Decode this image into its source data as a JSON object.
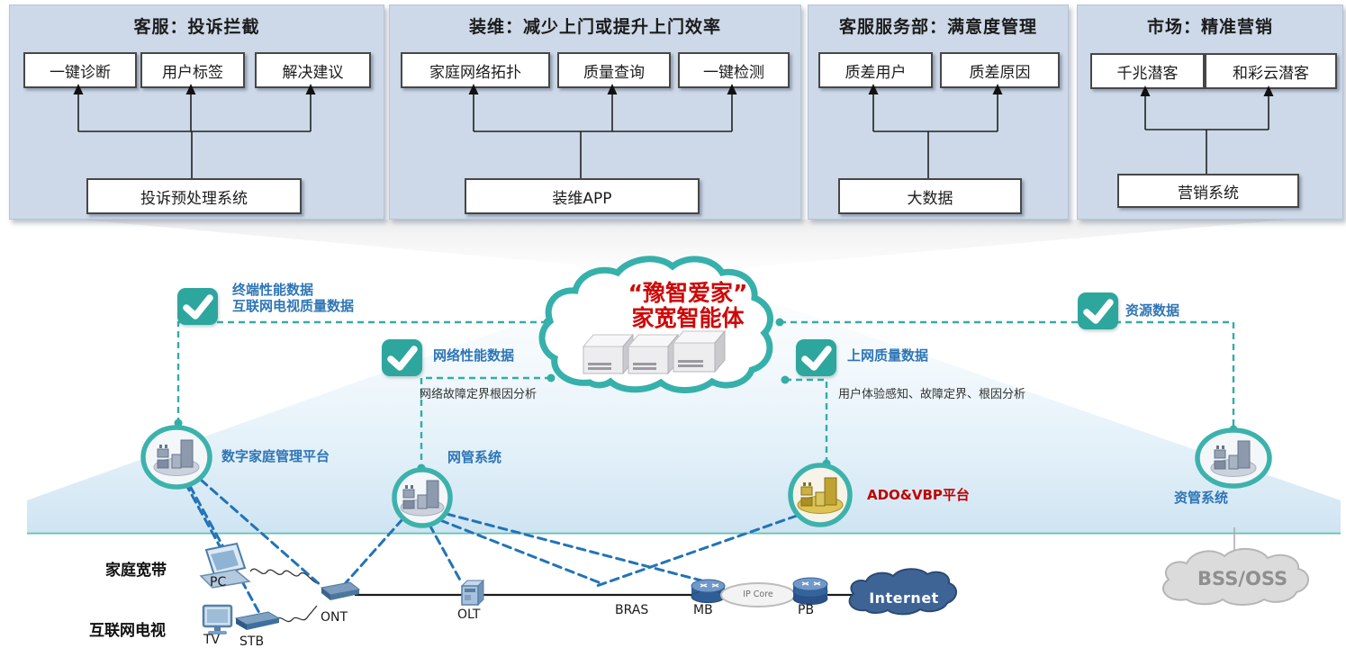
{
  "colors": {
    "teal_accent": "#35aca6",
    "blue_label": "#2e75b6",
    "red_label": "#c00000",
    "dashed_blue": "#2273b8",
    "panel_bg": "#cdd9e8"
  },
  "panels": [
    {
      "title": "客服：投诉拦截",
      "features": [
        "一键诊断",
        "用户标签",
        "解决建议"
      ],
      "system": "投诉预处理系统"
    },
    {
      "title": "装维：减少上门或提升上门效率",
      "features": [
        "家庭网络拓扑",
        "质量查询",
        "一键检测"
      ],
      "system": "装维APP"
    },
    {
      "title": "客服服务部：满意度管理",
      "features": [
        "质差用户",
        "质差原因"
      ],
      "system": "大数据"
    },
    {
      "title": "市场：精准营销",
      "features": [
        "千兆潜客",
        "和彩云潜客"
      ],
      "system": "营销系统"
    }
  ],
  "cloud": {
    "line1": "“豫智爱家”",
    "line2": "家宽智能体"
  },
  "feeds": {
    "terminal": {
      "line1": "终端性能数据",
      "line2": "互联网电视质量数据"
    },
    "network": {
      "label": "网络性能数据",
      "note": "网络故障定界根因分析"
    },
    "internet_quality": {
      "label": "上网质量数据",
      "note": "用户体验感知、故障定界、根因分析"
    },
    "resource": {
      "label": "资源数据"
    }
  },
  "platforms": {
    "digital_home": "数字家庭管理平台",
    "nms": "网管系统",
    "ado_vbp": "ADO&VBP平台",
    "resource_mgmt": "资管系统"
  },
  "access": {
    "broadband": "家庭宽带",
    "iptv": "互联网电视"
  },
  "devices": {
    "pc": "PC",
    "tv": "TV",
    "stb": "STB",
    "ont": "ONT",
    "olt": "OLT",
    "bras": "BRAS",
    "mb": "MB",
    "ip_core": "IP Core",
    "pb": "PB",
    "internet": "Internet",
    "bss_oss": "BSS/OSS"
  }
}
